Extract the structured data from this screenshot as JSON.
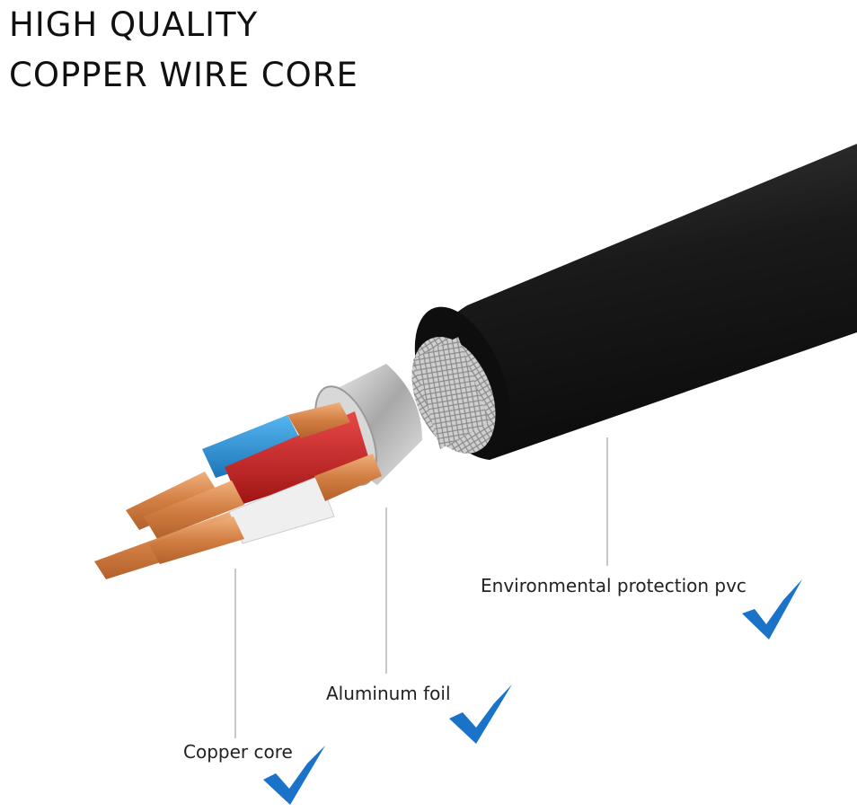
{
  "headline": {
    "line1": "HIGH QUALITY",
    "line2": "COPPER WIRE CORE"
  },
  "callouts": [
    {
      "label": "Environmental protection pvc",
      "icon": "checkmark-icon"
    },
    {
      "label": "Aluminum foil",
      "icon": "checkmark-icon"
    },
    {
      "label": "Copper core",
      "icon": "checkmark-icon"
    }
  ],
  "colors": {
    "check": "#1a73c8",
    "jacket": "#1c1c1c",
    "copper": "#d98a4e",
    "red_insulation": "#c81e1e",
    "blue_insulation": "#2a8fd6",
    "white_insulation": "#eeeeee",
    "foil": "#c9c9c9"
  }
}
